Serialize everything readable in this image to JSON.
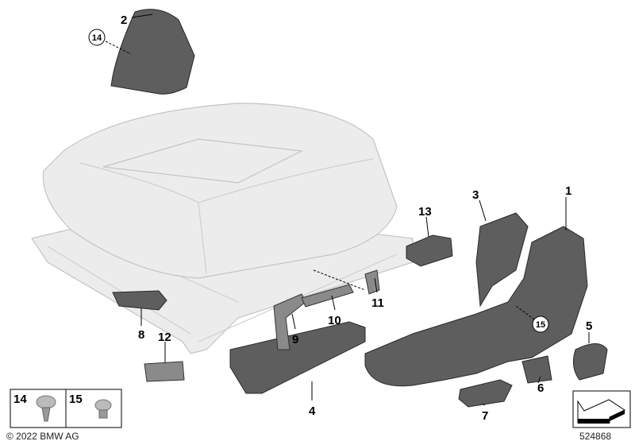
{
  "callouts": [
    "1",
    "2",
    "3",
    "4",
    "5",
    "6",
    "7",
    "8",
    "9",
    "10",
    "11",
    "12",
    "13",
    "14",
    "15"
  ],
  "circled_callouts": [
    "14",
    "15"
  ],
  "legend": {
    "items": [
      {
        "number": "14",
        "part": "screw-icon"
      },
      {
        "number": "15",
        "part": "screw-icon"
      }
    ]
  },
  "copyright": "© 2022 BMW AG",
  "diagram_number": "524868",
  "orientation_icon": "arrow-direction-icon",
  "colors": {
    "part": "#5e5e5e",
    "ghost": "#ececec",
    "label": "#000000"
  }
}
